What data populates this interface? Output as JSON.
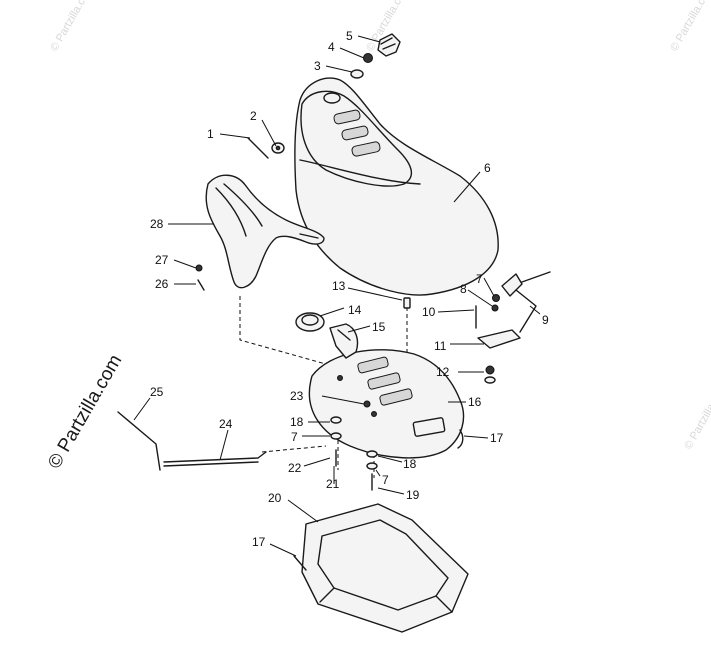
{
  "watermark": {
    "main_text": "© Partzilla.com",
    "faint_text": "© Partzilla.com"
  },
  "callouts": {
    "c1": "1",
    "c2": "2",
    "c3": "3",
    "c4": "4",
    "c5": "5",
    "c6": "6",
    "c7a": "7",
    "c7b": "7",
    "c7c": "7",
    "c8": "8",
    "c9": "9",
    "c10": "10",
    "c11": "11",
    "c12": "12",
    "c13": "13",
    "c14": "14",
    "c15": "15",
    "c16": "16",
    "c17a": "17",
    "c17b": "17",
    "c18a": "18",
    "c18b": "18",
    "c19": "19",
    "c20": "20",
    "c21": "21",
    "c22": "22",
    "c23": "23",
    "c24": "24",
    "c25": "25",
    "c26": "26",
    "c27": "27",
    "c28": "28"
  }
}
